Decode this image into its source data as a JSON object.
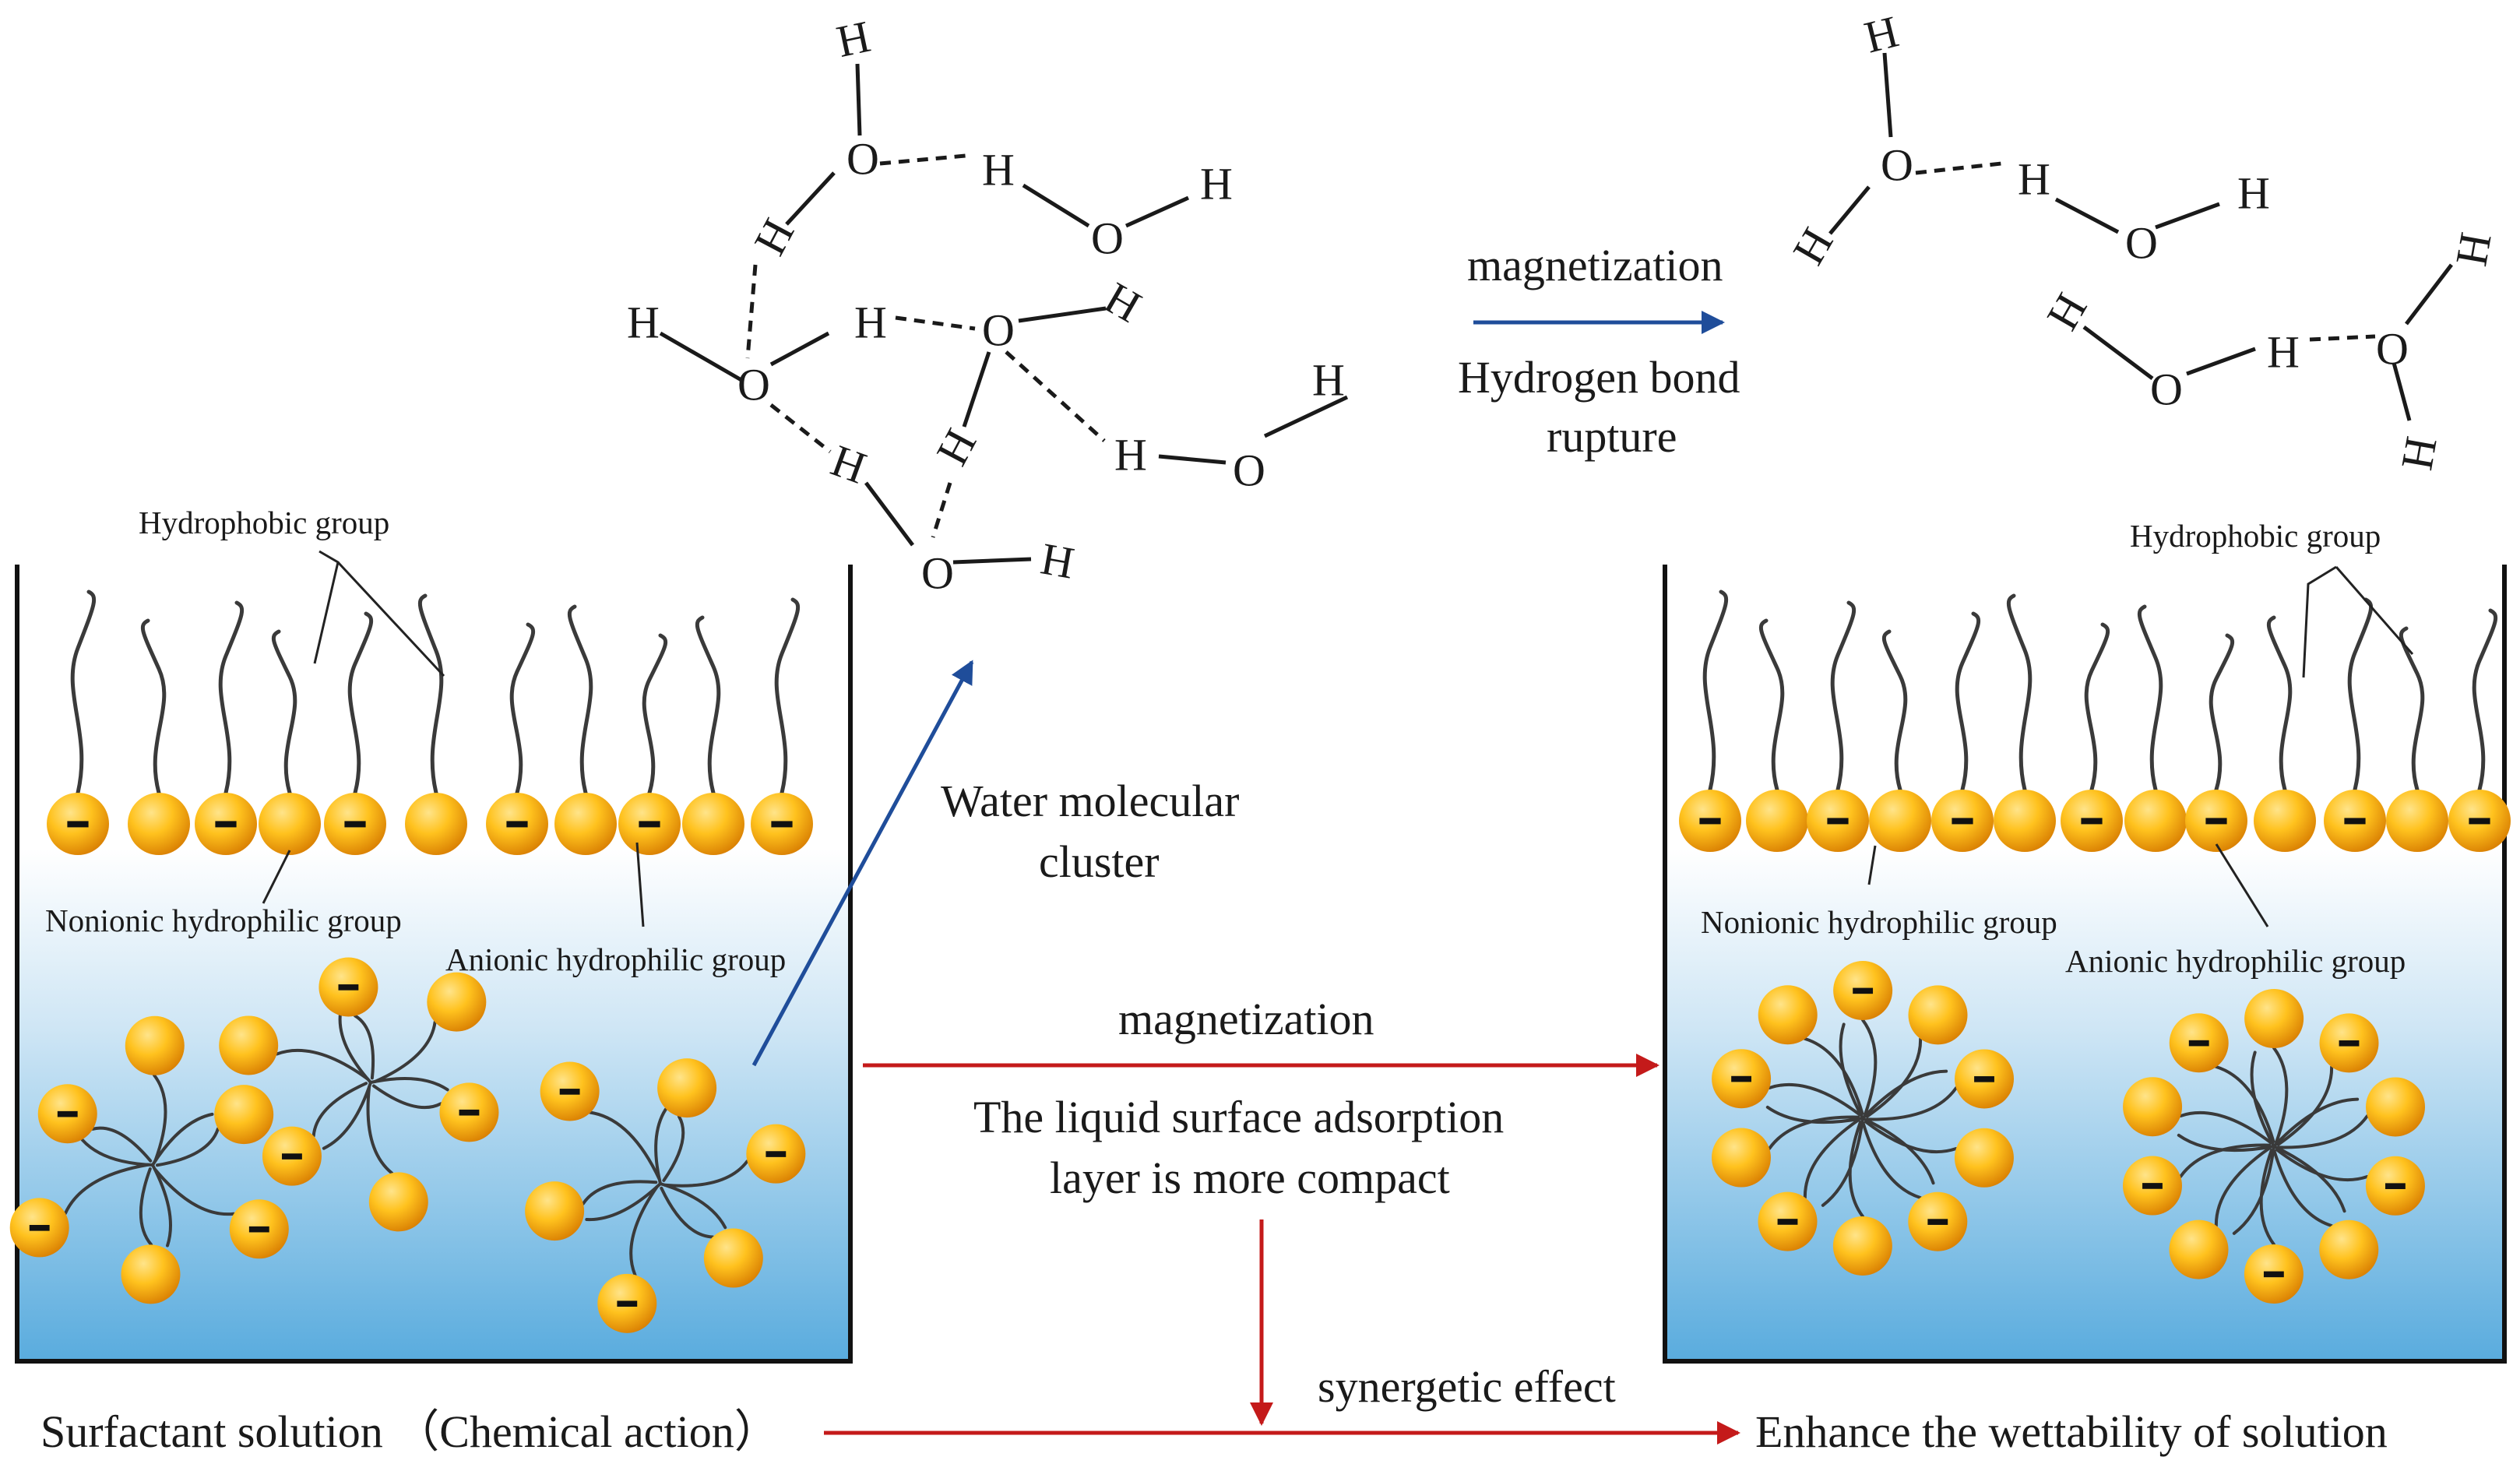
{
  "water_cluster": {
    "title_line1": "Water molecular",
    "title_line2": "cluster",
    "atom_h": "H",
    "atom_o": "O"
  },
  "top_process": {
    "arrow_label": "magnetization",
    "result_line1": "Hydrogen bond",
    "result_line2": "rupture"
  },
  "left_container": {
    "hydrophobic_label": "Hydrophobic group",
    "nonionic_label": "Nonionic hydrophilic group",
    "anionic_label": "Anionic hydrophilic group"
  },
  "right_container": {
    "hydrophobic_label": "Hydrophobic group",
    "nonionic_label": "Nonionic hydrophilic group",
    "anionic_label": "Anionic hydrophilic group"
  },
  "middle_process": {
    "arrow_label": "magnetization",
    "result_line1": "The liquid surface adsorption",
    "result_line2": "layer is more compact"
  },
  "bottom_flow": {
    "start_label": "Surfactant solution （Chemical action）",
    "synergy_label": "synergetic effect",
    "end_label": "Enhance the wettability of solution"
  },
  "colors": {
    "water_top": "#ffffff",
    "water_bottom": "#5aacde",
    "head_light": "#ffd35a",
    "head_dark": "#e08a00",
    "arrow_red": "#c41a1a",
    "arrow_blue": "#1f4d9a"
  }
}
